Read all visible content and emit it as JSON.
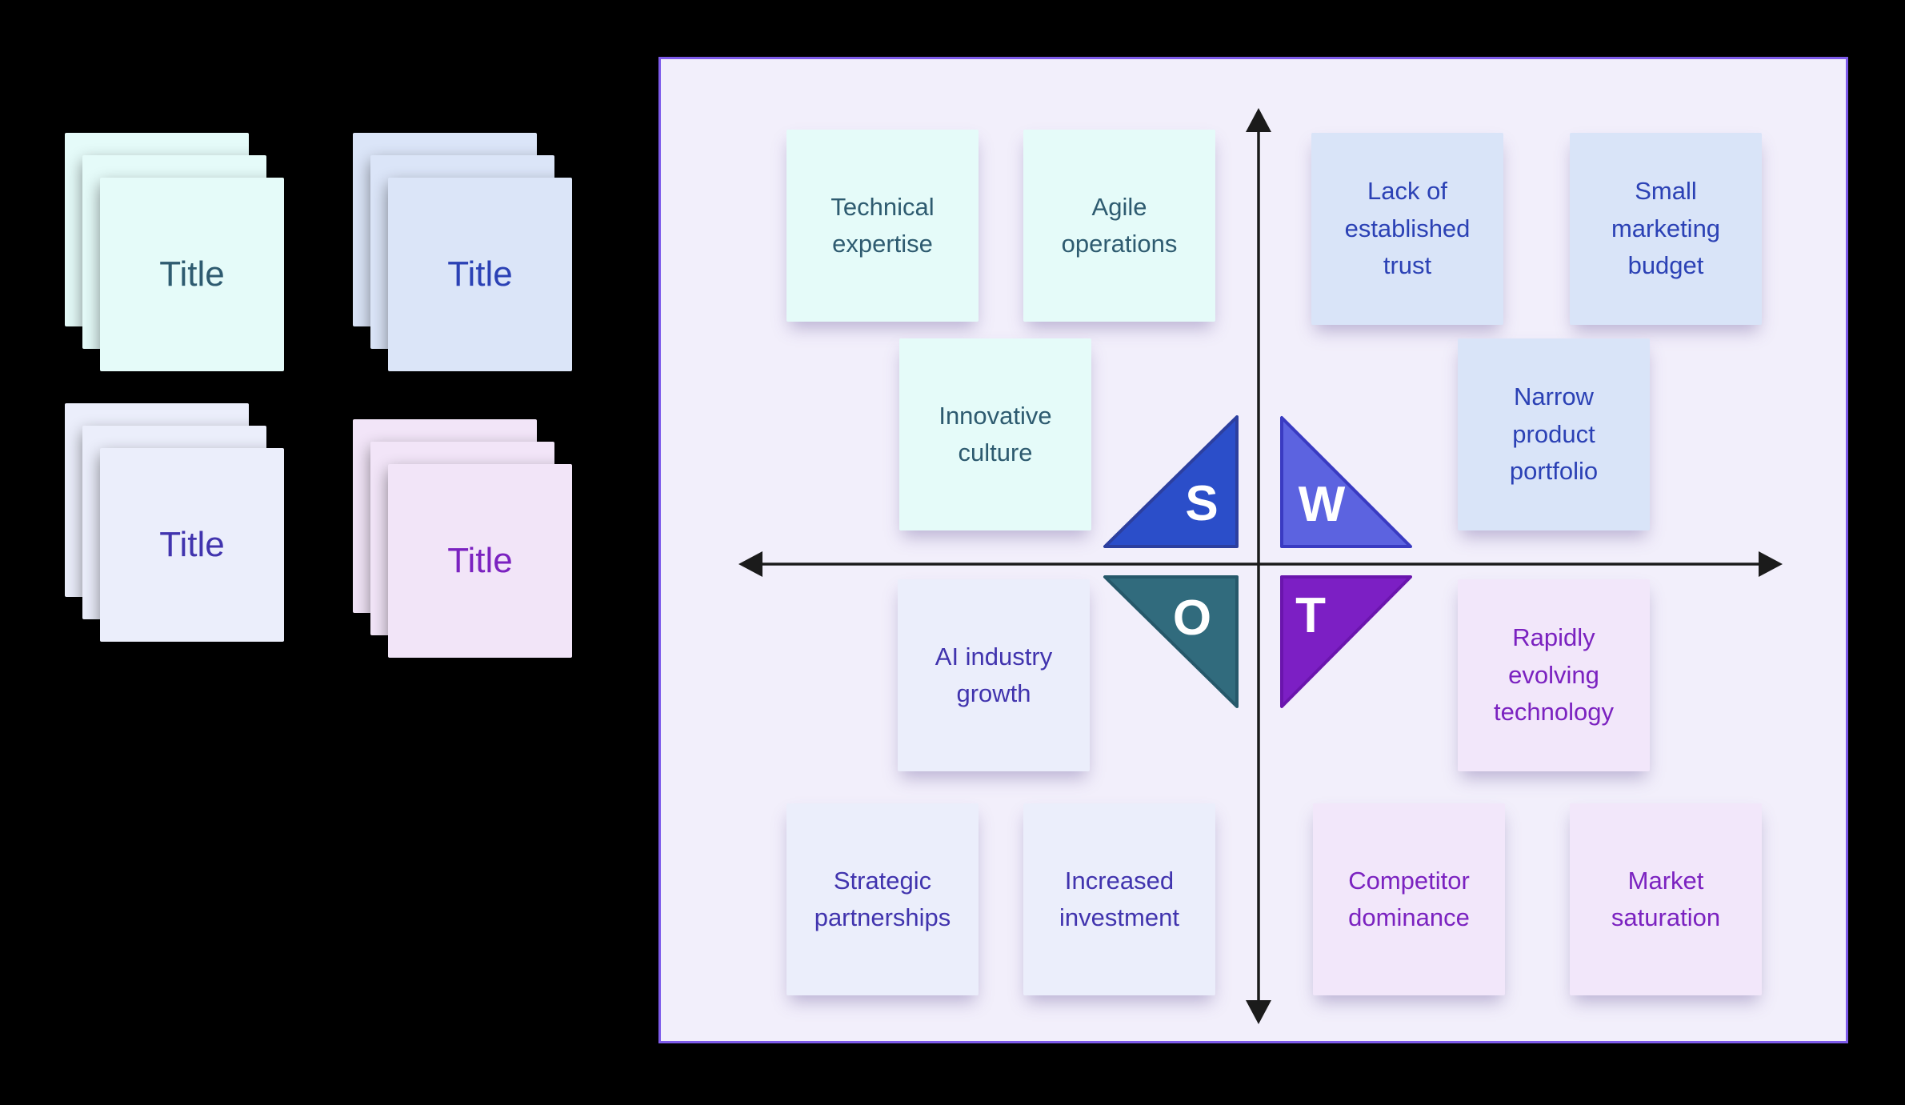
{
  "canvas": {
    "background": "#000000"
  },
  "stacks": [
    {
      "name": "strengths-stack",
      "title": "Title",
      "bg": "#e5fbf9",
      "text_color": "#2e5b70"
    },
    {
      "name": "weaknesses-stack",
      "title": "Title",
      "bg": "#dbe5f8",
      "text_color": "#2b41b5"
    },
    {
      "name": "opportunities-stack",
      "title": "Title",
      "bg": "#ebeefb",
      "text_color": "#4134ae"
    },
    {
      "name": "threats-stack",
      "title": "Title",
      "bg": "#f2e5f8",
      "text_color": "#7b22c0"
    }
  ],
  "panel": {
    "bg": "#f2effb",
    "border_color": "#7e5bea",
    "axis_color": "#1b1b1b"
  },
  "swot": {
    "letter_color": "#ffffff",
    "quadrants": [
      {
        "key": "strengths",
        "letter": "S",
        "triangle_fill": "#2b4ec9",
        "triangle_stroke": "#2c3f9f",
        "note_bg": "#e5fbf9",
        "note_text_color": "#2e5b70",
        "notes": [
          "Technical expertise",
          "Agile operations",
          "Innovative culture"
        ]
      },
      {
        "key": "weaknesses",
        "letter": "W",
        "triangle_fill": "#5c63e0",
        "triangle_stroke": "#3a3bc2",
        "note_bg": "#d9e4f8",
        "note_text_color": "#2b41b5",
        "notes": [
          "Lack of established trust",
          "Small marketing budget",
          "Narrow product portfolio"
        ]
      },
      {
        "key": "opportunities",
        "letter": "O",
        "triangle_fill": "#316b7d",
        "triangle_stroke": "#26586a",
        "note_bg": "#ebeefb",
        "note_text_color": "#4134ae",
        "notes": [
          "AI industry growth",
          "Strategic partnerships",
          "Increased investment"
        ]
      },
      {
        "key": "threats",
        "letter": "T",
        "triangle_fill": "#7c1fc4",
        "triangle_stroke": "#6a15ad",
        "note_bg": "#f2e7fa",
        "note_text_color": "#7b22c0",
        "notes": [
          "Rapidly evolving technology",
          "Competitor dominance",
          "Market saturation"
        ]
      }
    ]
  }
}
